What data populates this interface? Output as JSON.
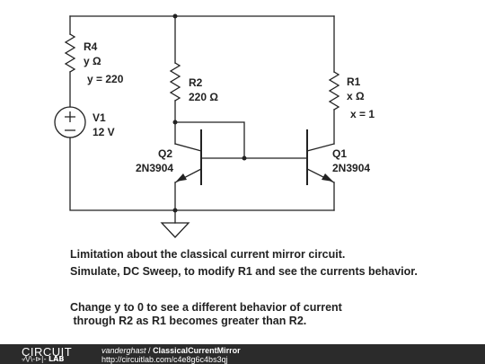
{
  "schematic": {
    "r4": {
      "name": "R4",
      "value": "y Ω"
    },
    "y_param": "y = 220",
    "v1": {
      "name": "V1",
      "value": "12 V"
    },
    "r2": {
      "name": "R2",
      "value": "220 Ω"
    },
    "r1": {
      "name": "R1",
      "value": "x Ω"
    },
    "x_param": "x = 1",
    "q2": {
      "name": "Q2",
      "model": "2N3904"
    },
    "q1": {
      "name": "Q1",
      "model": "2N3904"
    }
  },
  "description": {
    "line1": "Limitation about the classical current mirror circuit.",
    "line2": "Simulate, DC Sweep, to modify R1 and see the currents behavior.",
    "line3": "Change y to 0 to see a different behavior of current",
    "line4": " through R2 as R1 becomes greater than R2."
  },
  "footer": {
    "logo_top": "CIRCUIT",
    "logo_bottom": "LAB",
    "author": "vanderghast",
    "separator": " / ",
    "project": "ClassicalCurrentMirror",
    "url": "http://circuitlab.com/c4e8g6c4bs3qj"
  }
}
